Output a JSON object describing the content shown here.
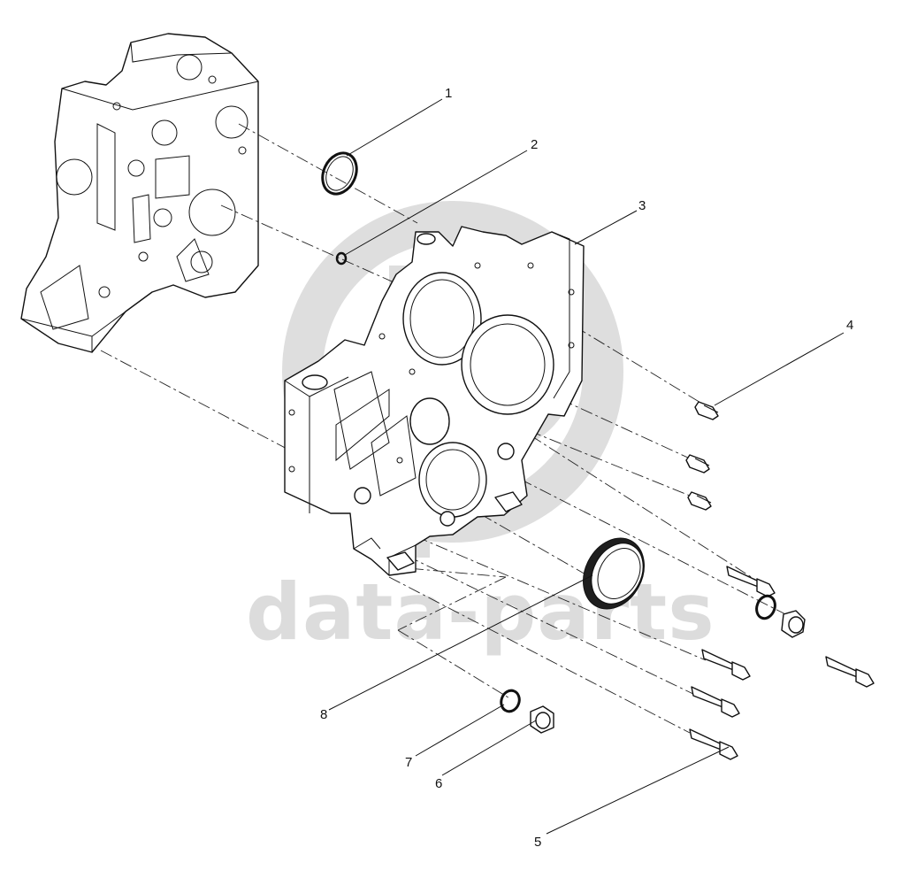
{
  "watermark": {
    "text": "data-parts",
    "color": "#dcdcdc"
  },
  "callouts": [
    {
      "id": "1",
      "label": "1"
    },
    {
      "id": "2",
      "label": "2"
    },
    {
      "id": "3",
      "label": "3"
    },
    {
      "id": "4",
      "label": "4"
    },
    {
      "id": "5",
      "label": "5"
    },
    {
      "id": "6",
      "label": "6"
    },
    {
      "id": "7",
      "label": "7"
    },
    {
      "id": "8",
      "label": "8"
    }
  ]
}
